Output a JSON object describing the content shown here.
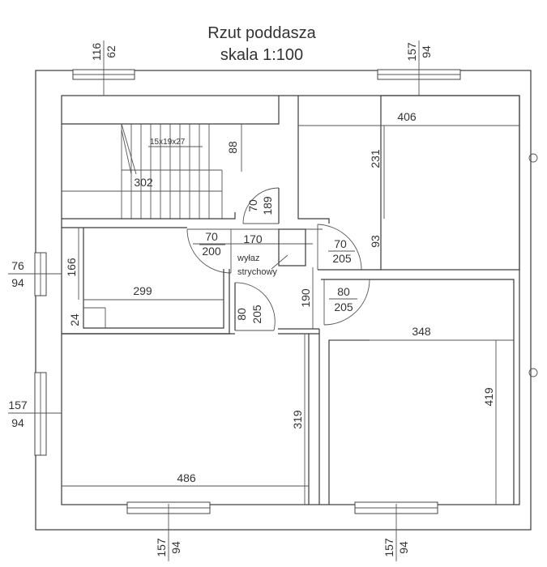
{
  "title": {
    "line1": "Rzut poddasza",
    "line2": "skala 1:100"
  },
  "windows": {
    "top_left": {
      "top": "116",
      "bottom": "62"
    },
    "top_right": {
      "top": "157",
      "bottom": "94"
    },
    "left_upper": {
      "top": "76",
      "bottom": "94"
    },
    "left_lower": {
      "top": "157",
      "bottom": "94"
    },
    "bottom_left": {
      "top": "157",
      "bottom": "94"
    },
    "bottom_right": {
      "top": "157",
      "bottom": "94"
    }
  },
  "stairs": {
    "label": "15x19x27",
    "width": "302",
    "depth": "88"
  },
  "doors": {
    "stair_door": {
      "top": "70",
      "bottom": "189"
    },
    "hall_left": {
      "top": "70",
      "bottom": "200"
    },
    "hall_right": {
      "top": "70",
      "bottom": "205"
    },
    "bedroom_right": {
      "top": "80",
      "bottom": "205"
    },
    "bath_door": {
      "top": "80",
      "bottom": "205"
    }
  },
  "hall": {
    "width": "170",
    "depth": "190",
    "hatch_line1": "wyłaz",
    "hatch_line2": "strychowy"
  },
  "rooms": {
    "top_right": {
      "width": "406",
      "depth": "231",
      "extra": "93"
    },
    "left_middle": {
      "width": "299",
      "depth": "166",
      "offset": "24"
    },
    "bottom_left": {
      "width": "486",
      "depth": "319"
    },
    "bottom_right": {
      "width": "348",
      "depth": "419"
    }
  }
}
